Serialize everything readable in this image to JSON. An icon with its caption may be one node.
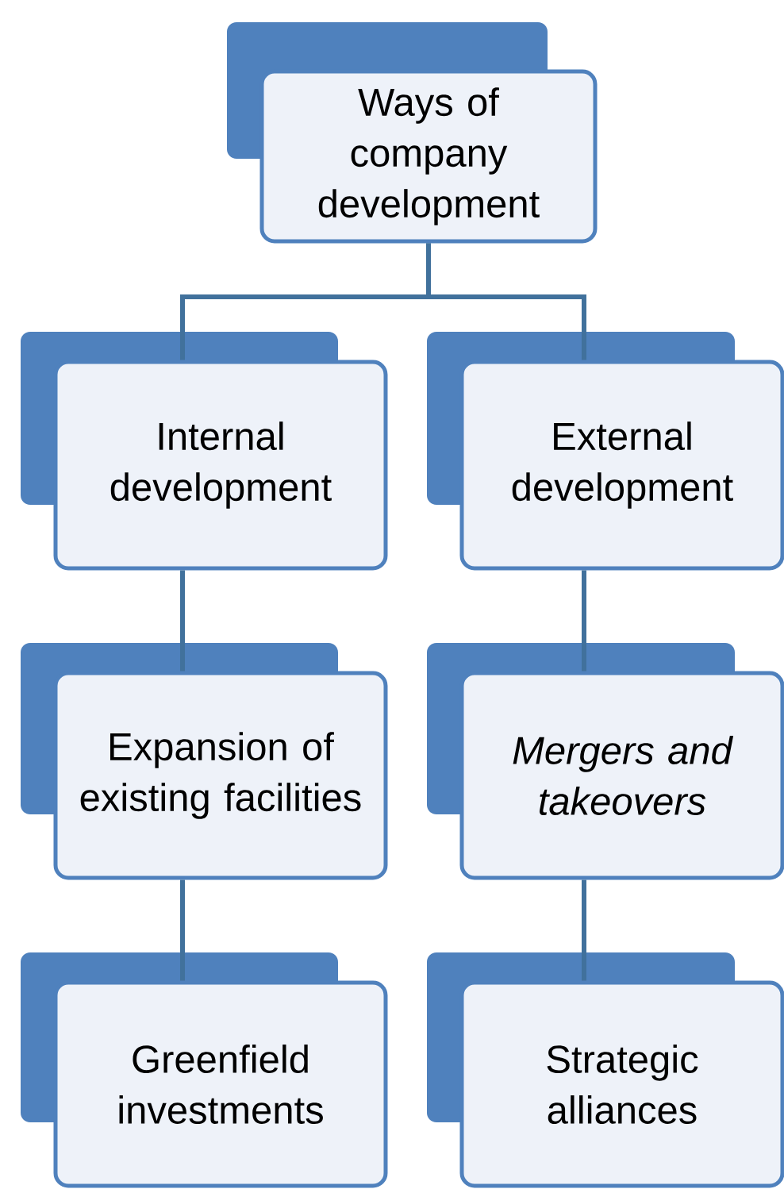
{
  "diagram": {
    "nodes": [
      {
        "text": [
          "Ways of company development"
        ]
      },
      {
        "text": [
          "Internal development"
        ]
      },
      {
        "text": [
          "External development"
        ]
      },
      {
        "text": [
          "Expansion of existing facilities"
        ]
      },
      {
        "text": [
          "Mergers and takeovers"
        ]
      },
      {
        "text": [
          "Greenfield investments"
        ]
      },
      {
        "text": [
          "Strategic alliances"
        ]
      }
    ],
    "edges": [
      {
        "from": 0,
        "to": 1,
        "arrow": "none"
      },
      {
        "from": 0,
        "to": 2,
        "arrow": "none"
      },
      {
        "from": 1,
        "to": 3,
        "arrow": "none"
      },
      {
        "from": 2,
        "to": 4,
        "arrow": "none"
      },
      {
        "from": 3,
        "to": 5,
        "arrow": "none"
      },
      {
        "from": 4,
        "to": 6,
        "arrow": "none"
      }
    ]
  }
}
